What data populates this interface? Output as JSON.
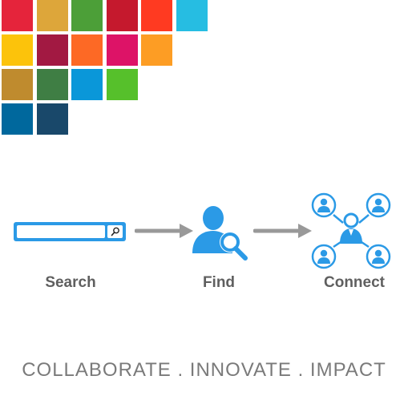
{
  "colors": {
    "accent": "#2b9ae6",
    "arrow": "#999999",
    "label": "#5f5f5f",
    "tagline": "#7a7a7a"
  },
  "mosaic": {
    "rows": [
      [
        "#e5243b",
        "#dda63a",
        "#4c9f38",
        "#c5192d",
        "#ff3a21",
        "#26bde2"
      ],
      [
        "#fcc30b",
        "#a21942",
        "#fd6925",
        "#dd1367",
        "#fd9d24"
      ],
      [
        "#bf8b2e",
        "#3f7e44",
        "#0a97d9",
        "#56c02b"
      ],
      [
        "#00689d",
        "#19486a"
      ]
    ]
  },
  "flow": {
    "steps": [
      {
        "label": "Search",
        "icon": "search-bar-icon"
      },
      {
        "label": "Find",
        "icon": "person-magnifier-icon"
      },
      {
        "label": "Connect",
        "icon": "people-network-icon"
      }
    ]
  },
  "tagline": "COLLABORATE . INNOVATE . IMPACT"
}
